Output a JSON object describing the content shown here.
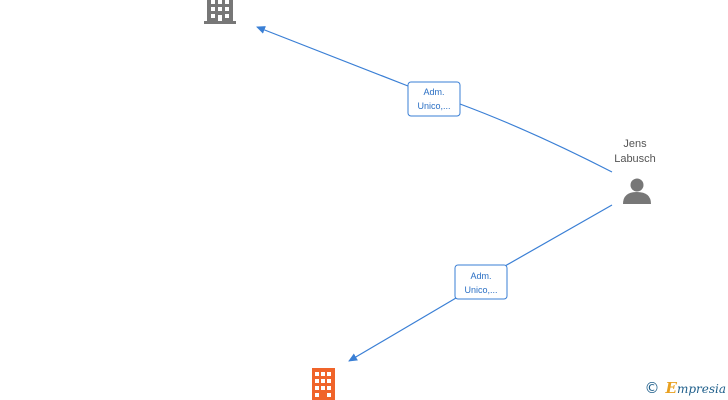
{
  "nodes": {
    "company_top": {
      "icon": "building-icon",
      "color": "#777777"
    },
    "company_bottom": {
      "icon": "building-icon",
      "color": "#f0642a"
    },
    "person": {
      "name_line1": "Jens",
      "name_line2": "Labusch",
      "icon": "person-icon",
      "color": "#777777"
    }
  },
  "edges": [
    {
      "label_line1": "Adm.",
      "label_line2": "Unico,..."
    },
    {
      "label_line1": "Adm.",
      "label_line2": "Unico,..."
    }
  ],
  "edge_color": "#3a7fd5",
  "watermark": {
    "symbol": "©",
    "brand_initial": "E",
    "brand_rest": "mpresia"
  }
}
